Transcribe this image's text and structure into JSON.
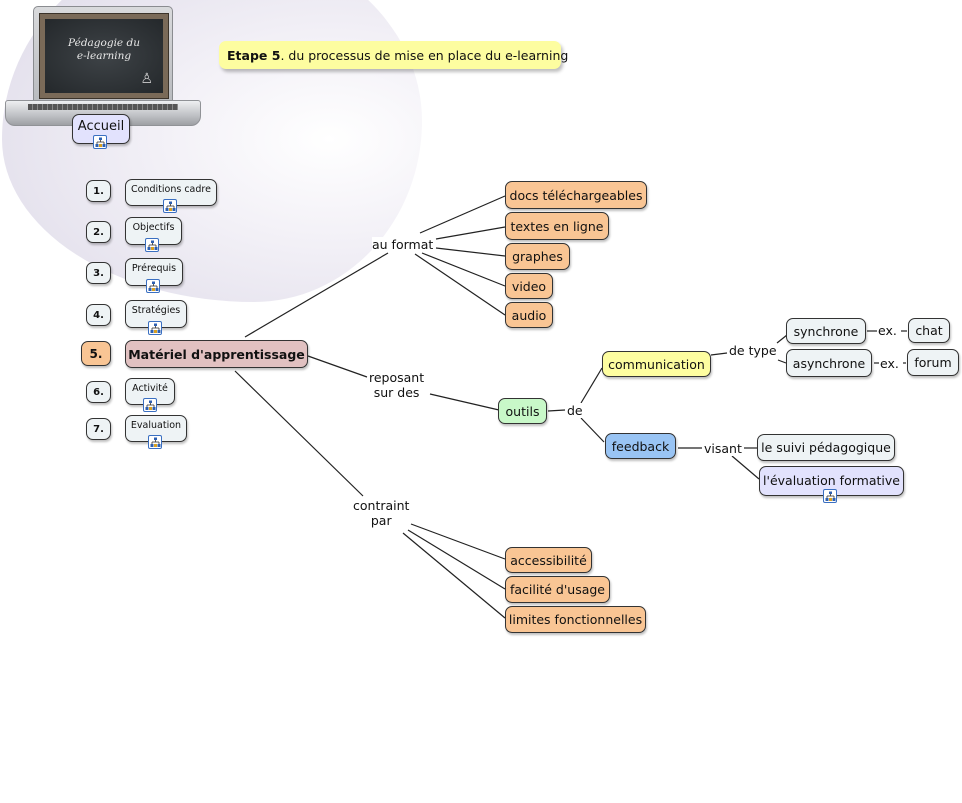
{
  "header": {
    "title_bold": "Etape 5",
    "title_rest": ". du processus de mise en place du e-learning"
  },
  "logo": {
    "line1": "Pédagogie du",
    "line2": "e-learning"
  },
  "home": {
    "label": "Accueil",
    "icon": "concept-map-icon"
  },
  "steps": [
    {
      "number": "1.",
      "label": "Conditions cadre",
      "has_link_icon": true,
      "active": false
    },
    {
      "number": "2.",
      "label": "Objectifs",
      "has_link_icon": true,
      "active": false
    },
    {
      "number": "3.",
      "label": "Prérequis",
      "has_link_icon": true,
      "active": false
    },
    {
      "number": "4.",
      "label": "Stratégies",
      "has_link_icon": true,
      "active": false
    },
    {
      "number": "5.",
      "label": "Matériel d'apprentissage",
      "has_link_icon": false,
      "active": true
    },
    {
      "number": "6.",
      "label": "Activité",
      "has_link_icon": true,
      "active": false
    },
    {
      "number": "7.",
      "label": "Evaluation",
      "has_link_icon": true,
      "active": false
    }
  ],
  "map": {
    "central": "Matériel d'apprentissage",
    "linking_phrases": {
      "format": "au format",
      "reposant_1": "reposant",
      "reposant_2": "sur des",
      "contraint_1": "contraint",
      "contraint_2": "par",
      "de": "de",
      "de_type": "de type",
      "ex1": "ex.",
      "ex2": "ex.",
      "visant": "visant"
    },
    "formats": [
      "docs téléchargeables",
      "textes en ligne",
      "graphes",
      "video",
      "audio"
    ],
    "tools": {
      "label": "outils",
      "communication": "communication",
      "synchrone": "synchrone",
      "asynchrone": "asynchrone",
      "chat": "chat",
      "forum": "forum",
      "feedback": "feedback",
      "suivi": "le suivi pédagogique",
      "evaluation_formative": "l'évaluation formative"
    },
    "constraints": [
      "accessibilité",
      "facilité d'usage",
      "limites fonctionnelles"
    ]
  },
  "colors": {
    "format_nodes": "#f9c594",
    "communication": "#fdfda0",
    "outils": "#c8f8c8",
    "feedback": "#99c4f4",
    "central": "#e1c1c1",
    "active_step": "#f9c594",
    "title_bg": "#fdfda0"
  }
}
